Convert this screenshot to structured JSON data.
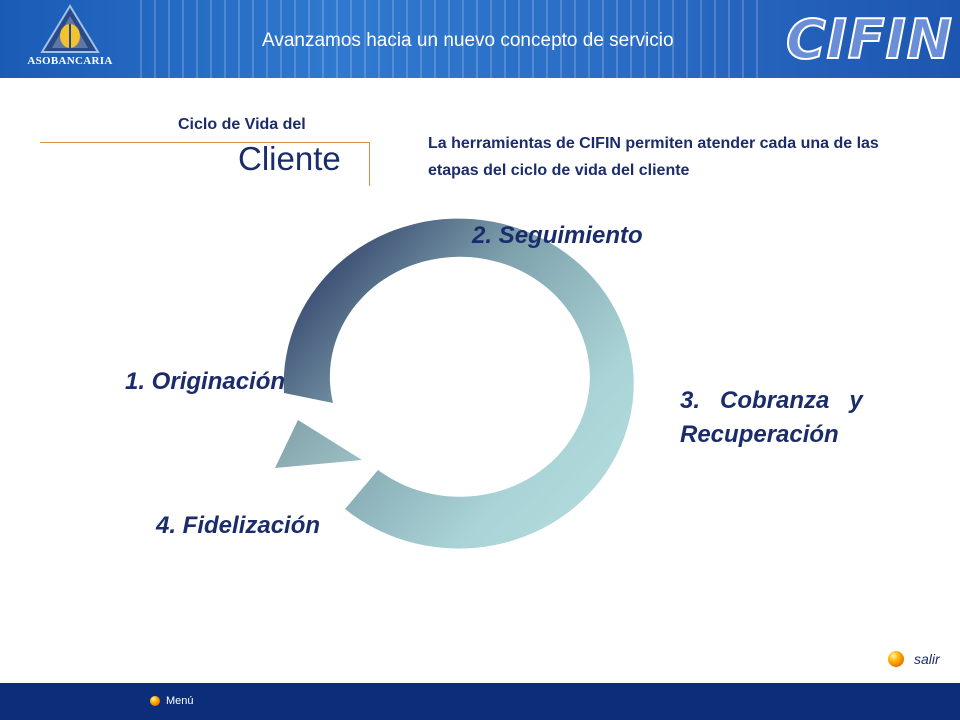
{
  "header": {
    "tagline": "Avanzamos hacia un nuevo concepto de servicio",
    "left_logo_text": "ASOBANCARIA",
    "right_logo_text": "CIFIN"
  },
  "section": {
    "title_small": "Ciclo de Vida del",
    "title_big": "Cliente"
  },
  "description": "La herramientas de CIFIN permiten atender cada una de las etapas del ciclo de vida del cliente",
  "stages": [
    {
      "label": "1. Originación"
    },
    {
      "label": "2. Seguimiento"
    },
    {
      "label_line1": "3.   Cobranza   y",
      "label_line2": "Recuperación"
    },
    {
      "label": "4. Fidelización"
    }
  ],
  "nav": {
    "exit_label": "salir",
    "menu_label": "Menú"
  },
  "colors": {
    "header_blue": "#2a6cc4",
    "footer_navy": "#0c2e7a",
    "text_navy": "#1b2c6b",
    "cycle_start": "#2f3f69",
    "cycle_end": "#b2dcdc",
    "rule_orange": "#d3904a"
  }
}
